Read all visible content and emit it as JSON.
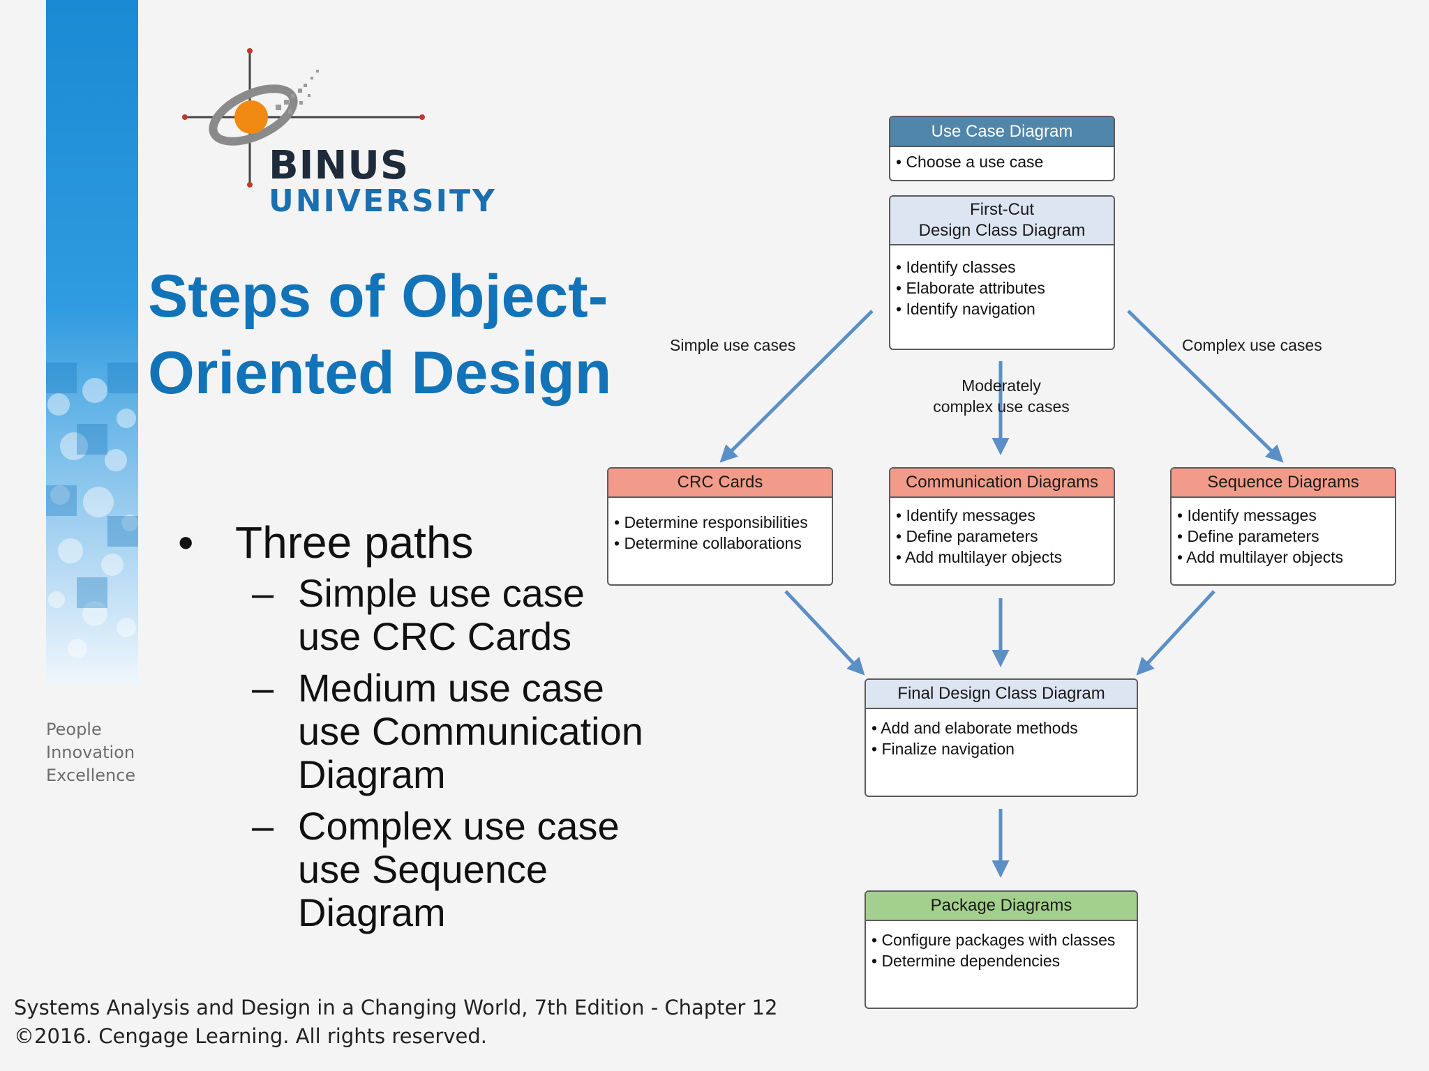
{
  "logo": {
    "word1": "BINUS",
    "word2": "UNIVERSITY"
  },
  "tagline": [
    "People",
    "Innovation",
    "Excellence"
  ],
  "title": {
    "line1": "Steps of Object-",
    "line2": "Oriented Design"
  },
  "bullets": {
    "main": "Three paths",
    "items": [
      {
        "line1": "Simple use case",
        "line2": "use CRC Cards"
      },
      {
        "line1": "Medium use case",
        "line2": "use Communication",
        "line3": "Diagram"
      },
      {
        "line1": "Complex use case",
        "line2": "use Sequence",
        "line3": "Diagram"
      }
    ]
  },
  "footer": {
    "line1": "Systems Analysis and Design in a Changing World, 7th Edition - Chapter 12",
    "line2": "©2016. Cengage Learning. All rights reserved."
  },
  "diagram": {
    "use_case": {
      "title": "Use Case Diagram",
      "items": [
        "• Choose a use case"
      ]
    },
    "first_cut": {
      "title1": "First-Cut",
      "title2": "Design Class Diagram",
      "items": [
        "• Identify classes",
        "• Elaborate attributes",
        "• Identify navigation"
      ]
    },
    "crc": {
      "title": "CRC Cards",
      "items": [
        "• Determine responsibilities",
        "• Determine collaborations"
      ]
    },
    "communication": {
      "title": "Communication Diagrams",
      "items": [
        "• Identify messages",
        "• Define parameters",
        "• Add multilayer objects"
      ]
    },
    "sequence": {
      "title": "Sequence Diagrams",
      "items": [
        "• Identify messages",
        "• Define parameters",
        "• Add multilayer objects"
      ]
    },
    "final": {
      "title": "Final Design Class Diagram",
      "items": [
        "• Add and elaborate methods",
        "• Finalize navigation"
      ]
    },
    "package": {
      "title": "Package Diagrams",
      "items": [
        "• Configure packages with classes",
        "• Determine dependencies"
      ]
    },
    "labels": {
      "simple": "Simple use cases",
      "moderate1": "Moderately",
      "moderate2": "complex use cases",
      "complex": "Complex use cases"
    },
    "colors": {
      "use_case_header": "#4f86a9",
      "first_cut_header": "#dde4f2",
      "path_header": "#f29b8a",
      "package_header": "#a3d08c",
      "arrow": "#5b8fc7"
    }
  }
}
